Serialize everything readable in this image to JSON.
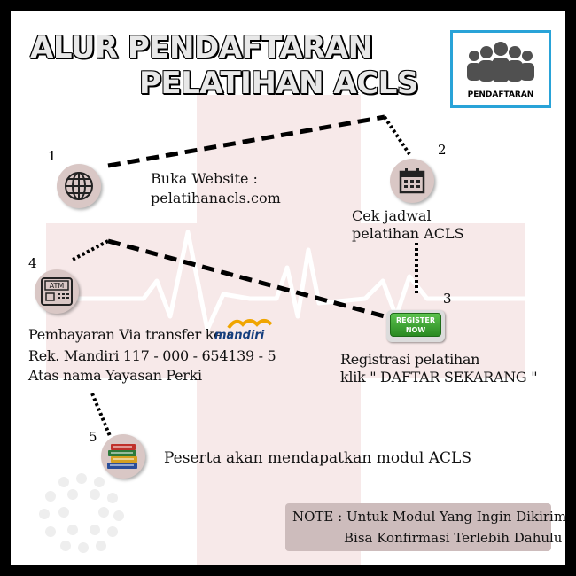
{
  "title": {
    "line1": "ALUR PENDAFTARAN",
    "line2": "PELATIHAN ACLS"
  },
  "badge": {
    "label": "PENDAFTARAN",
    "icon": "group-people-icon"
  },
  "steps": [
    {
      "number": "1",
      "icon": "globe-icon",
      "lines": [
        "Buka Website :",
        "pelatihanacls.com"
      ]
    },
    {
      "number": "2",
      "icon": "calendar-icon",
      "lines": [
        "Cek jadwal",
        "pelatihan ACLS"
      ]
    },
    {
      "number": "3",
      "icon": "register-now-icon",
      "button_text": [
        "REGISTER",
        "NOW"
      ],
      "lines": [
        "Registrasi pelatihan",
        "klik \" DAFTAR SEKARANG \""
      ]
    },
    {
      "number": "4",
      "icon": "atm-icon",
      "atm_text": "ATM",
      "lines": [
        "Pembayaran Via transfer ke :",
        "Rek. Mandiri 117 - 000 - 654139 - 5",
        "Atas nama Yayasan Perki"
      ],
      "bank_logo": "mandiri"
    },
    {
      "number": "5",
      "icon": "books-icon",
      "lines": [
        "Peserta akan mendapatkan modul ACLS"
      ]
    }
  ],
  "note": {
    "line1": "NOTE : Untuk Modul Yang Ingin Dikirim",
    "line2": "Bisa Konfirmasi Terlebih Dahulu"
  },
  "colors": {
    "frame": "#000000",
    "cross": "#f7e9e9",
    "icon_bg": "#d9c7c5",
    "badge_border": "#29a3d8",
    "note_bg": "#cdbcbc"
  }
}
